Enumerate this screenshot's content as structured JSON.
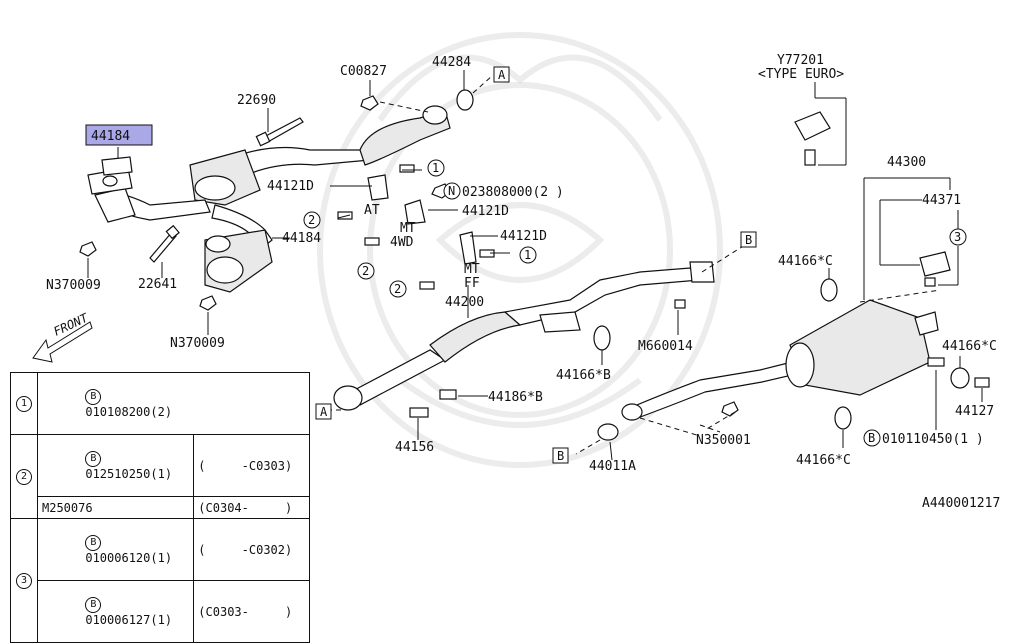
{
  "labels": {
    "highlight": "44184",
    "l22690": "22690",
    "lC00827": "C00827",
    "l44284": "44284",
    "refA_top": "A",
    "lY77201": "Y77201",
    "lTypeEuro": "<TYPE EURO>",
    "l44300": "44300",
    "l44371": "44371",
    "c3_right": "3",
    "l44121D_a": "44121D",
    "c1_a": "1",
    "n_circle": "N",
    "l0238": "023808000(2 )",
    "lAT": "AT",
    "l44121D_b": "44121D",
    "c2_a": "2",
    "lMT4WD_1": "MT",
    "lMT4WD_2": "4WD",
    "l44184_b": "44184",
    "l44121D_c": "44121D",
    "c1_b": "1",
    "c2_b": "2",
    "lMTFF_1": "MT",
    "lMTFF_2": "FF",
    "c2_c": "2",
    "l44200": "44200",
    "refB_top": "B",
    "l44166C_top": "44166*C",
    "lN370009_a": "N370009",
    "l22641": "22641",
    "lN370009_b": "N370009",
    "lFront": "FRONT",
    "lM660014": "M660014",
    "l44166C_mid": "44166*C",
    "l44166B": "44166*B",
    "l44186B": "44186*B",
    "refA_bot": "A",
    "l44156": "44156",
    "l44127": "44127",
    "refB_bot": "B",
    "l44011A": "44011A",
    "lN350001": "N350001",
    "l44166C_bot": "44166*C",
    "b_circle": "B",
    "l010110450": "010110450(1 )",
    "footer": "A440001217"
  },
  "legend": {
    "r1_num": "1",
    "r1_b": "B",
    "r1_code": "010108200(2)",
    "r2_num": "2",
    "r2a_b": "B",
    "r2a_code": "012510250(1)",
    "r2a_range": "(     -C0303)",
    "r2b_code": "M250076",
    "r2b_range": "(C0304-     )",
    "r3_num": "3",
    "r3a_b": "B",
    "r3a_code": "010006120(1)",
    "r3a_range": "(     -C0302)",
    "r3b_b": "B",
    "r3b_code": "010006127(1)",
    "r3b_range": "(C0303-     )"
  }
}
